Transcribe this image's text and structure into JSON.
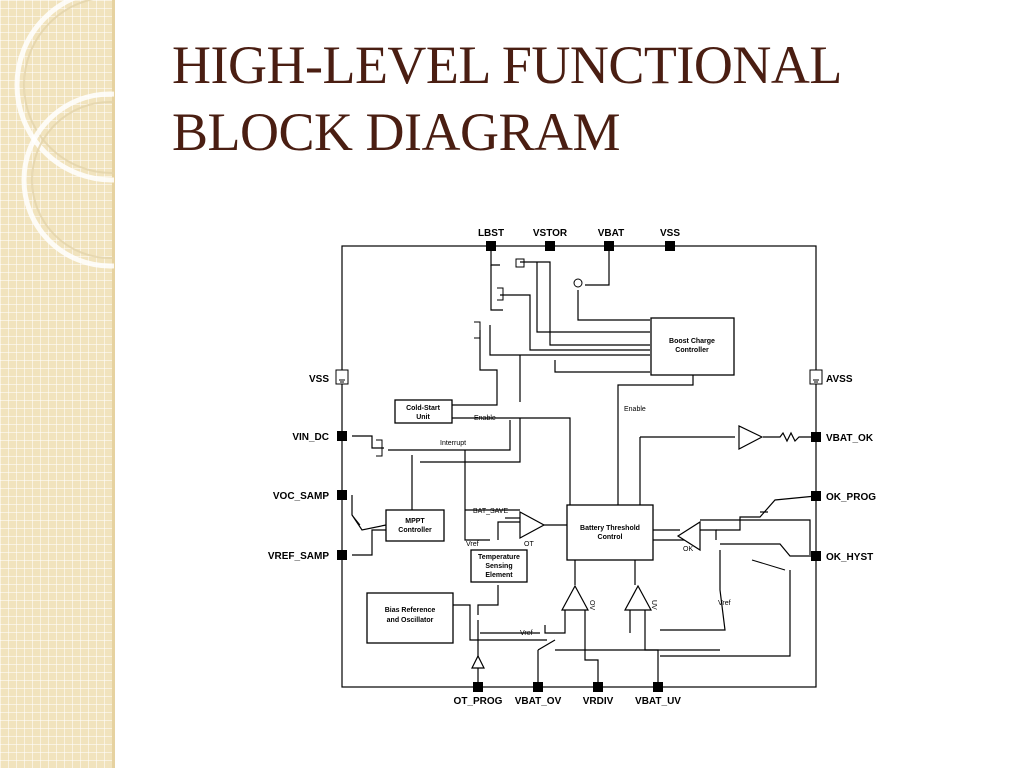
{
  "slide": {
    "title_line1": "HIGH-LEVEL FUNCTIONAL",
    "title_line2": "BLOCK DIAGRAM"
  },
  "colors": {
    "title": "#4a1e12",
    "strip": "#f1e3bd"
  },
  "diagram": {
    "pins_top": [
      "LBST",
      "VSTOR",
      "VBAT",
      "VSS"
    ],
    "pins_left": [
      "VSS",
      "VIN_DC",
      "VOC_SAMP",
      "VREF_SAMP"
    ],
    "pins_right": [
      "AVSS",
      "VBAT_OK",
      "OK_PROG",
      "OK_HYST"
    ],
    "pins_bottom": [
      "OT_PROG",
      "VBAT_OV",
      "VRDIV",
      "VBAT_UV"
    ],
    "blocks": {
      "boost": [
        "Boost Charge",
        "Controller"
      ],
      "cold_start": [
        "Cold-Start",
        "Unit"
      ],
      "mppt": [
        "MPPT",
        "Controller"
      ],
      "battery": [
        "Battery Threshold",
        "Control"
      ],
      "temperature": [
        "Temperature",
        "Sensing",
        "Element"
      ],
      "bias": [
        "Bias Reference",
        "and Oscillator"
      ]
    },
    "signals": {
      "enable_1": "Enable",
      "enable_2": "Enable",
      "interrupt": "Interrupt",
      "bat_save": "BAT_SAVE",
      "ot": "OT",
      "ok": "OK",
      "vref_1": "Vref",
      "vref_2": "Vref",
      "vref_3": "Vref",
      "ov": "OV",
      "uv": "UV"
    }
  }
}
